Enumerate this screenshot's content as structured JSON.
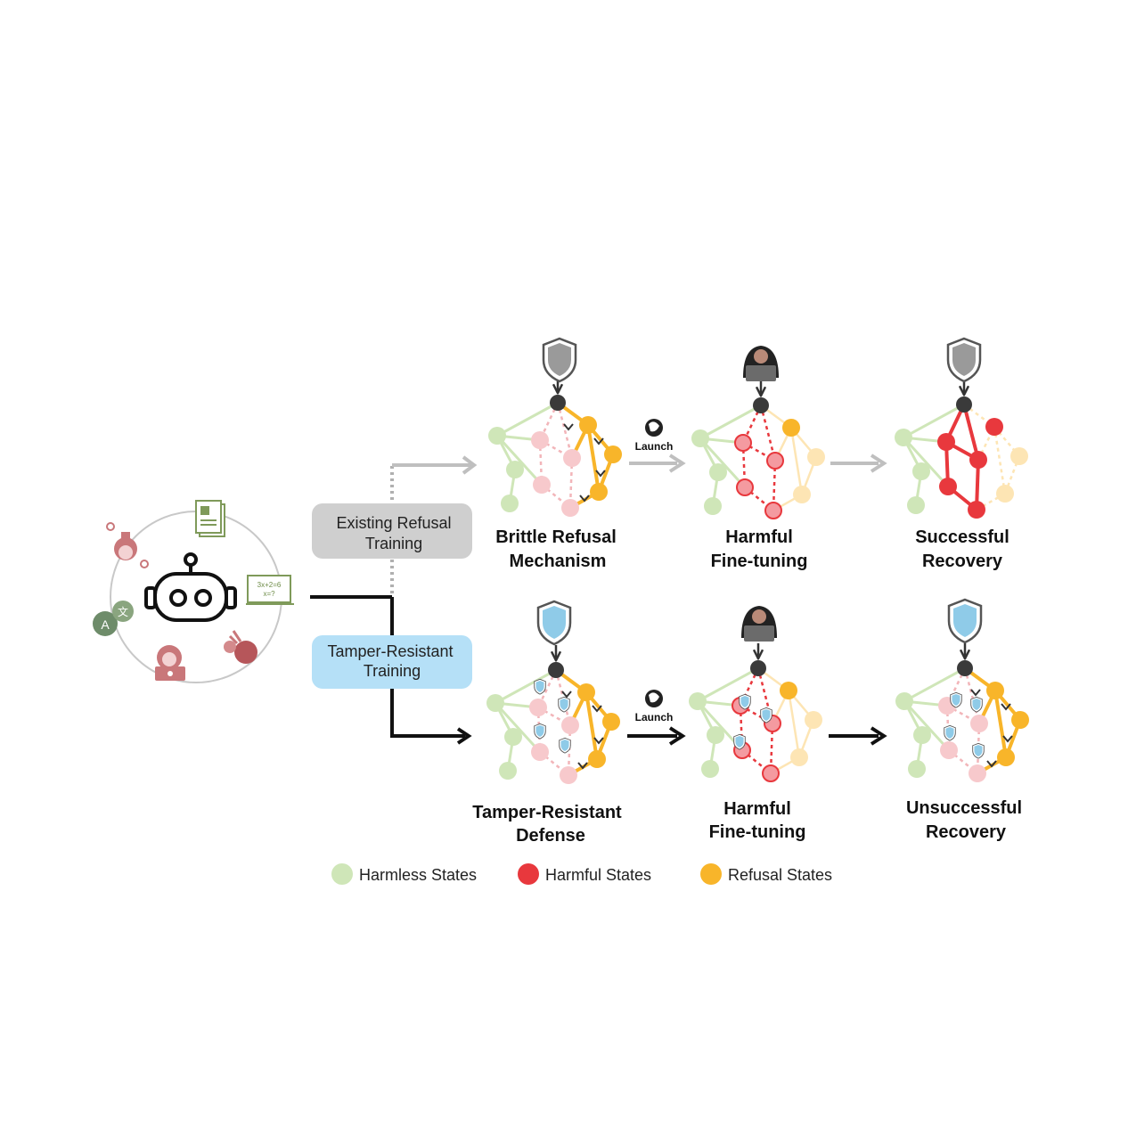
{
  "boxes": {
    "existing": "Existing Refusal\nTraining",
    "tamper": "Tamper-Resistant\nTraining"
  },
  "labels": {
    "brittle": "Brittle Refusal\nMechanism",
    "harmful_top": "Harmful\nFine-tuning",
    "success": "Successful\nRecovery",
    "tamper_def": "Tamper-Resistant\nDefense",
    "harmful_bottom": "Harmful\nFine-tuning",
    "unsuccess": "Unsuccessful\nRecovery"
  },
  "launch": "Launch",
  "math_text": [
    "3x+2=6",
    "x=?"
  ],
  "translate_glyphs": [
    "A",
    "文"
  ],
  "legend": [
    {
      "label": "Harmless States",
      "color": "#cfe6b8"
    },
    {
      "label": "Harmful States",
      "color": "#e8383d"
    },
    {
      "label": "Refusal States",
      "color": "#f8b52a"
    }
  ],
  "colors": {
    "harmless": "#cfe6b8",
    "harmful": "#e8383d",
    "harmful_faint": "#f7c9cc",
    "refusal": "#f8b52a",
    "refusal_faint": "#fde5b4",
    "existing_box": "#cfcfcf",
    "tamper_box": "#b5e0f7",
    "shield_gray": "#9a9a9a",
    "shield_blue": "#8fcbe8"
  }
}
